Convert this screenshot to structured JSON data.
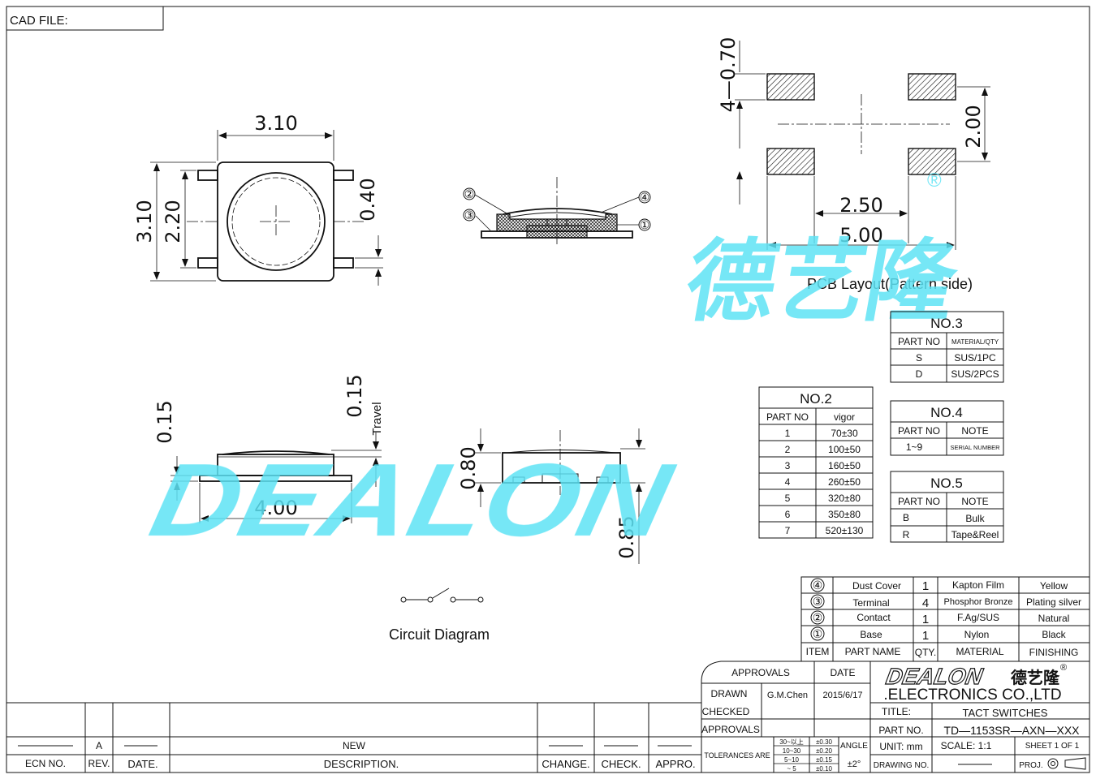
{
  "cad_file": {
    "label": "CAD FILE:"
  },
  "top_view": {
    "width": "3.10",
    "height": "3.10",
    "inner": "2.20",
    "terminal": "0.40"
  },
  "section": {
    "callouts": [
      "②",
      "③",
      "④",
      "①"
    ]
  },
  "pcb": {
    "pad_size": "4—0.70",
    "pitch_y": "2.00",
    "pitch_x_inner": "2.50",
    "pitch_x_outer": "5.00",
    "caption": "PCB Layout(Pattern side)"
  },
  "side_view": {
    "cover": "0.15",
    "travel": "0.15",
    "travel_label": "Travel",
    "length": "4.00",
    "body": "0.80",
    "total": "0.85"
  },
  "circuit": {
    "caption": "Circuit Diagram"
  },
  "watermark": {
    "brand": "DEALON",
    "cn": "德艺隆",
    "reg": "®"
  },
  "no2": {
    "title": "NO.2",
    "headers": [
      "PART NO",
      "vigor"
    ],
    "rows": [
      [
        "1",
        "70±30"
      ],
      [
        "2",
        "100±50"
      ],
      [
        "3",
        "160±50"
      ],
      [
        "4",
        "260±50"
      ],
      [
        "5",
        "320±80"
      ],
      [
        "6",
        "350±80"
      ],
      [
        "7",
        "520±130"
      ]
    ]
  },
  "no3": {
    "title": "NO.3",
    "headers": [
      "PART NO",
      "MATERIAL/QTY"
    ],
    "rows": [
      [
        "S",
        "SUS/1PC"
      ],
      [
        "D",
        "SUS/2PCS"
      ]
    ]
  },
  "no4": {
    "title": "NO.4",
    "headers": [
      "PART NO",
      "NOTE"
    ],
    "rows": [
      [
        "1~9",
        "SERIAL NUMBER"
      ]
    ]
  },
  "no5": {
    "title": "NO.5",
    "headers": [
      "PART NO",
      "NOTE"
    ],
    "rows": [
      [
        "B",
        "Bulk"
      ],
      [
        "R",
        "Tape&Reel"
      ]
    ]
  },
  "bom": {
    "rows": [
      [
        "④",
        "Dust Cover",
        "1",
        "Kapton Film",
        "Yellow"
      ],
      [
        "③",
        "Terminal",
        "4",
        "Phosphor Bronze",
        "Plating silver"
      ],
      [
        "②",
        "Contact",
        "1",
        "F.Ag/SUS",
        "Natural"
      ],
      [
        "①",
        "Base",
        "1",
        "Nylon",
        "Black"
      ]
    ],
    "headers": [
      "ITEM",
      "PART NAME",
      "QTY.",
      "MATERIAL",
      "FINISHING"
    ]
  },
  "title_block": {
    "approvals": "APPROVALS",
    "date": "DATE",
    "drawn": "DRAWN",
    "drawn_by": "G.M.Chen",
    "drawn_date": "2015/6/17",
    "checked": "CHECKED",
    "approvals2": "APPROVALS",
    "company": ".ELECTRONICS CO.,LTD",
    "title_label": "TITLE:",
    "title_value": "TACT SWITCHES",
    "part_label": "PART NO.",
    "part_value": "TD—1153SR—AXN—XXX",
    "tolerances": "TOLERANCES ARE",
    "tol_ranges": [
      "30~以上",
      "10~30",
      "5~10",
      "~ 5"
    ],
    "tol_values": [
      "±0.30",
      "±0.20",
      "±0.15",
      "±0.10"
    ],
    "angle": "ANGLE",
    "angle_value": "±2°",
    "unit": "UNIT: mm",
    "scale": "SCALE:  1:1",
    "sheet": "SHEET  1 OF 1",
    "drawing_no": "DRAWING NO.",
    "proj": "PROJ."
  },
  "revision": {
    "rev": "A",
    "new": "NEW",
    "headers": [
      "ECN NO.",
      "REV.",
      "DATE.",
      "DESCRIPTION.",
      "CHANGE.",
      "CHECK.",
      "APPRO."
    ]
  }
}
